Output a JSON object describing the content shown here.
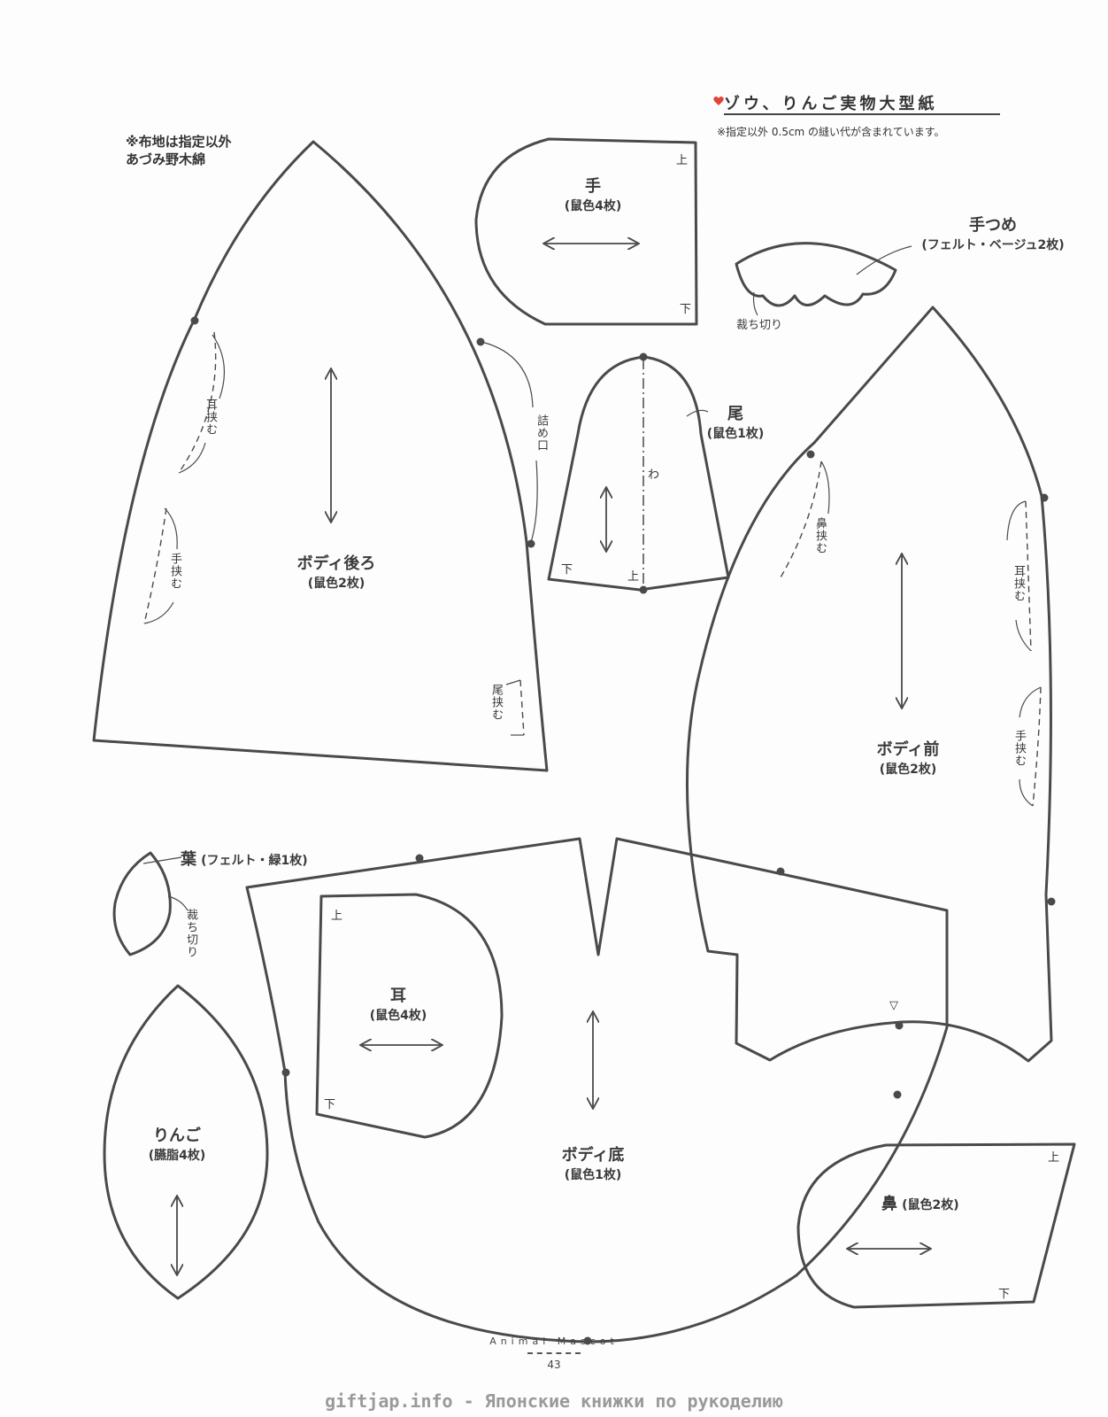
{
  "title": "ゾウ、りんご実物大型紙",
  "note": "※指定以外 0.5cm の縫い代が含まれています。",
  "fabric_note": [
    "※布地は指定以外",
    "あづみ野木綿"
  ],
  "pieces": {
    "hand": {
      "name": "手",
      "detail": "(鼠色4枚)"
    },
    "claw": {
      "name": "手つめ",
      "detail": "(フェルト・ベージュ2枚)",
      "cut": "裁ち切り"
    },
    "back": {
      "name": "ボディ後ろ",
      "detail": "(鼠色2枚)"
    },
    "tail": {
      "name": "尾",
      "detail": "(鼠色1枚)",
      "fold": "わ"
    },
    "front": {
      "name": "ボディ前",
      "detail": "(鼠色2枚)"
    },
    "leaf": {
      "name": "葉",
      "detail": "(フェルト・緑1枚)",
      "cut": "裁ち切り"
    },
    "ear": {
      "name": "耳",
      "detail": "(鼠色4枚)"
    },
    "bottom": {
      "name": "ボディ底",
      "detail": "(鼠色1枚)"
    },
    "apple": {
      "name": "りんご",
      "detail": "(臙脂4枚)"
    },
    "nose": {
      "name": "鼻",
      "detail": "(鼠色2枚)"
    }
  },
  "marks": {
    "ear_insert": "耳挟む",
    "hand_insert": "手挟む",
    "tail_insert": "尾挟む",
    "nose_insert": "鼻挟む",
    "stuffing": "詰め口",
    "top": "上",
    "bottom": "下",
    "notch": "▽"
  },
  "footer": {
    "series": "Animal Mascot",
    "page": "43"
  },
  "watermark": "giftjap.info - Японские книжки по рукоделию",
  "colors": {
    "line": "#4a4a4a",
    "accent": "#e0443a"
  }
}
